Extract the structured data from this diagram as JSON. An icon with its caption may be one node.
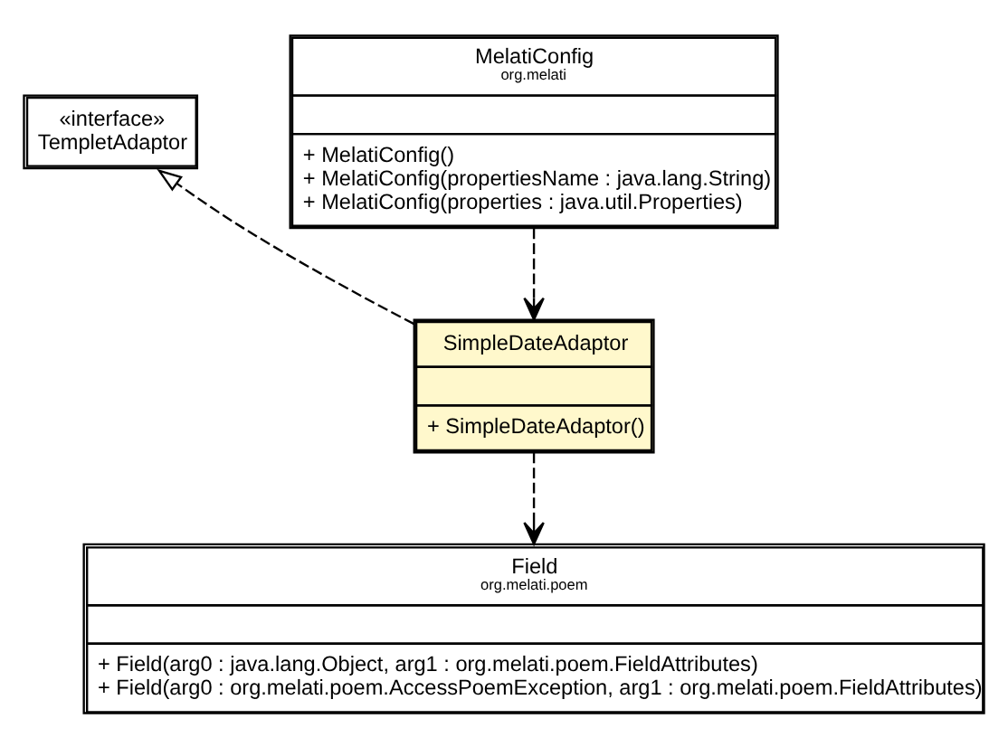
{
  "diagram": {
    "nodes": [
      {
        "text": [
          "«interface»",
          "TempletAdaptor"
        ]
      },
      {
        "text": [
          "MelatiConfig",
          "org.melati",
          "+ MelatiConfig()",
          "+ MelatiConfig(propertiesName : java.lang.String)",
          "+ MelatiConfig(properties : java.util.Properties)"
        ]
      },
      {
        "text": [
          "SimpleDateAdaptor",
          "+ SimpleDateAdaptor()"
        ]
      },
      {
        "text": [
          "Field",
          "org.melati.poem",
          "+ Field(arg0 : java.lang.Object, arg1 : org.melati.poem.FieldAttributes)",
          "+ Field(arg0 : org.melati.poem.AccessPoemException, arg1 : org.melati.poem.FieldAttributes)"
        ]
      }
    ],
    "edges": [
      {
        "from": 2,
        "to": 0,
        "arrow": "to",
        "style": "dashed"
      },
      {
        "from": 1,
        "to": 2,
        "arrow": "to",
        "style": "dashed"
      },
      {
        "from": 2,
        "to": 3,
        "arrow": "to",
        "style": "dashed"
      }
    ]
  }
}
